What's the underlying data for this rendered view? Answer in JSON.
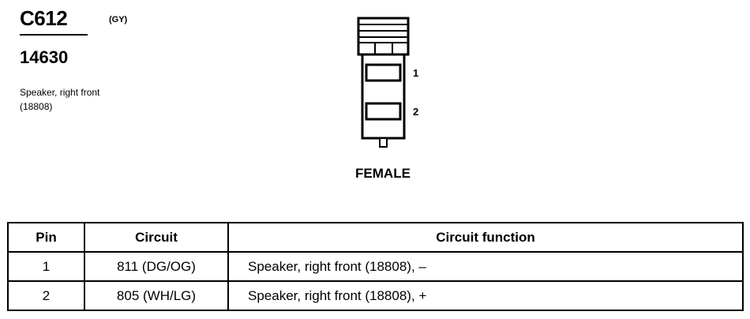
{
  "connector": {
    "id": "C612",
    "color_code": "(GY)",
    "part_number": "14630",
    "description_lines": [
      "Speaker, right front",
      "(18808)"
    ]
  },
  "diagram": {
    "pin_labels": [
      "1",
      "2"
    ],
    "gender": "FEMALE"
  },
  "table": {
    "headers": {
      "pin": "Pin",
      "circuit": "Circuit",
      "function": "Circuit function"
    },
    "rows": [
      {
        "pin": "1",
        "circuit": "811 (DG/OG)",
        "function": "Speaker, right front (18808), –"
      },
      {
        "pin": "2",
        "circuit": "805 (WH/LG)",
        "function": "Speaker, right front (18808), +"
      }
    ]
  }
}
